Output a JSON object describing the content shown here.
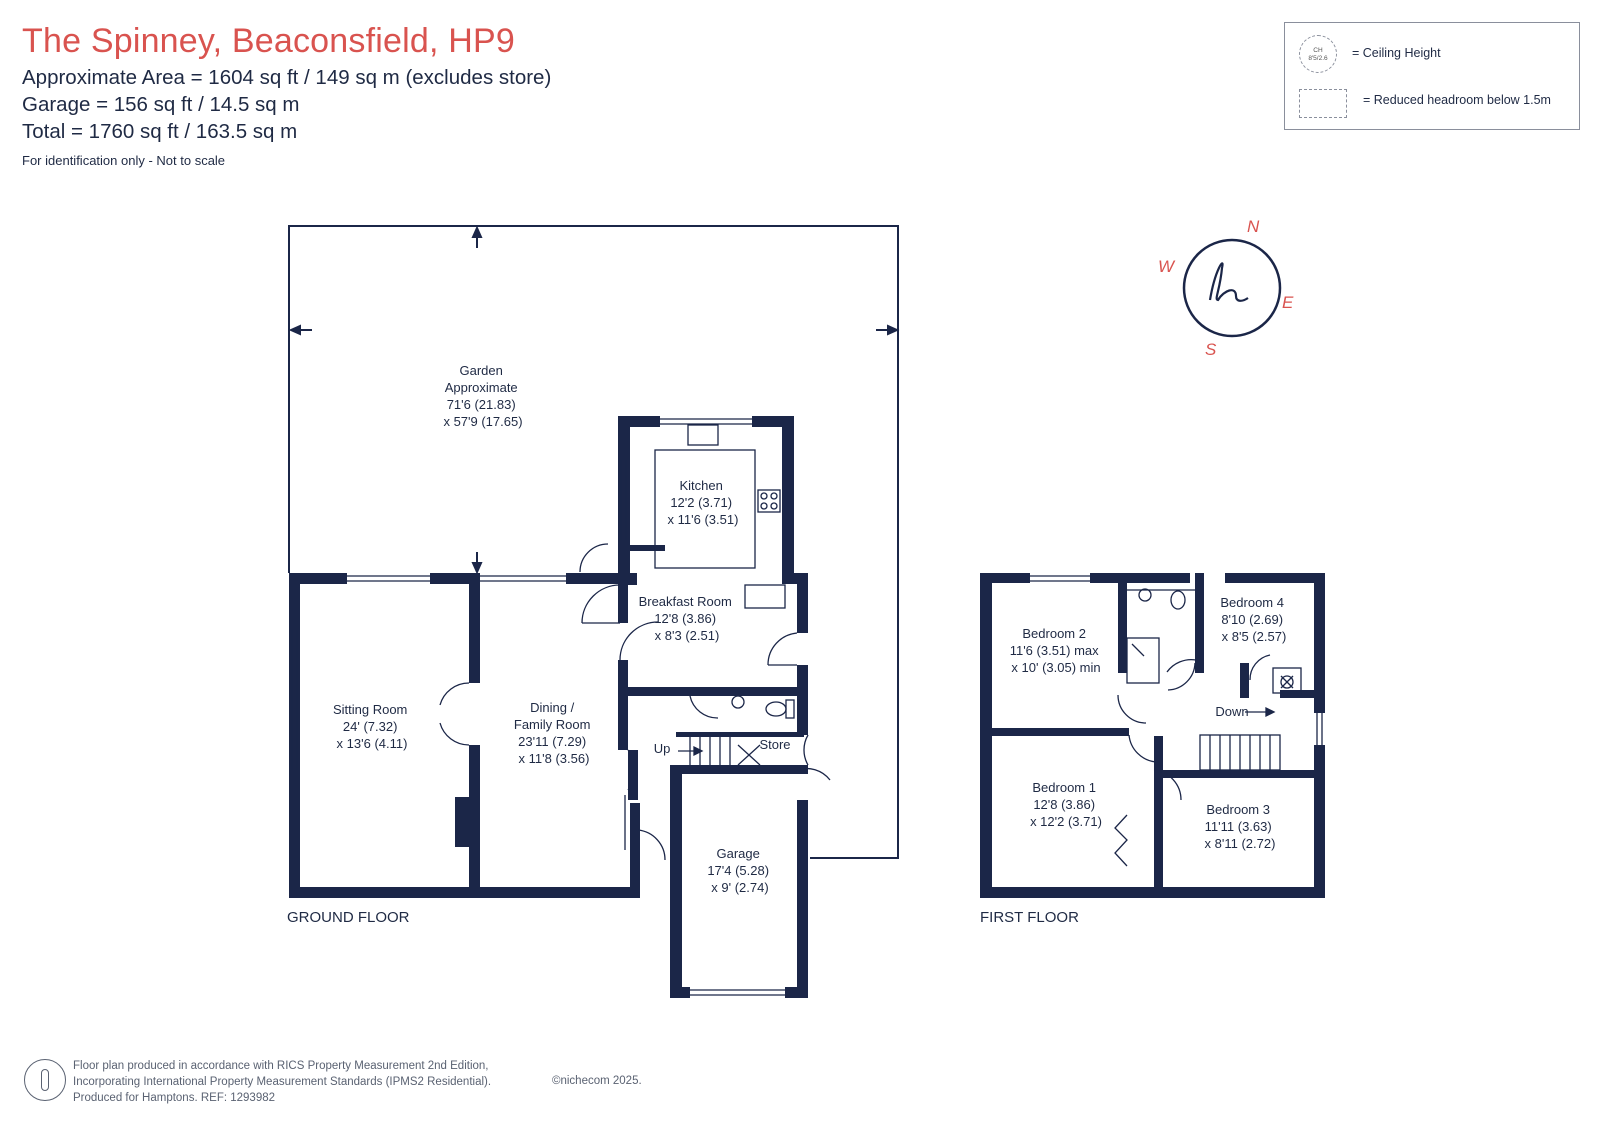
{
  "header": {
    "title": "The Spinney, Beaconsfield, HP9",
    "area_line": "Approximate Area = 1604 sq ft / 149 sq m (excludes store)",
    "garage_line": "Garage = 156 sq ft / 14.5 sq m",
    "total_line": "Total = 1760 sq ft / 163.5 sq m",
    "note": "For identification only - Not to scale"
  },
  "legend": {
    "ceiling_icon_text_1": "CH",
    "ceiling_icon_text_2": "8'5/2.6",
    "ceiling_label": "= Ceiling Height",
    "reduced_label": "= Reduced headroom below 1.5m"
  },
  "compass": {
    "n": "N",
    "e": "E",
    "s": "S",
    "w": "W"
  },
  "colors": {
    "title": "#d9534f",
    "walls": "#1b2648",
    "text": "#1f2a44",
    "compass": "#d9534f"
  },
  "rooms": {
    "garden": [
      "Garden",
      "Approximate",
      "71'6 (21.83)",
      "x 57'9 (17.65)"
    ],
    "kitchen": [
      "Kitchen",
      "12'2 (3.71)",
      "x 11'6 (3.51)"
    ],
    "breakfast": [
      "Breakfast Room",
      "12'8 (3.86)",
      "x 8'3 (2.51)"
    ],
    "sitting": [
      "Sitting Room",
      "24' (7.32)",
      "x 13'6 (4.11)"
    ],
    "dining": [
      "Dining /",
      "Family Room",
      "23'11 (7.29)",
      "x 11'8 (3.56)"
    ],
    "garage": [
      "Garage",
      "17'4 (5.28)",
      "x 9' (2.74)"
    ],
    "store": "Store",
    "up": "Up",
    "bed2": [
      "Bedroom 2",
      "11'6 (3.51) max",
      "x 10' (3.05) min"
    ],
    "bed4": [
      "Bedroom 4",
      "8'10 (2.69)",
      "x 8'5 (2.57)"
    ],
    "bed1": [
      "Bedroom 1",
      "12'8 (3.86)",
      "x 12'2 (3.71)"
    ],
    "bed3": [
      "Bedroom 3",
      "11'11 (3.63)",
      "x 8'11 (2.72)"
    ],
    "down": "Down"
  },
  "floors": {
    "ground": "GROUND FLOOR",
    "first": "FIRST FLOOR"
  },
  "footer": {
    "line1": "Floor plan produced in accordance with RICS Property Measurement 2nd Edition,",
    "line2": "Incorporating International Property Measurement Standards (IPMS2 Residential).",
    "line3": "Produced for Hamptons.   REF:  1293982",
    "brand": "©nichecom 2025."
  }
}
